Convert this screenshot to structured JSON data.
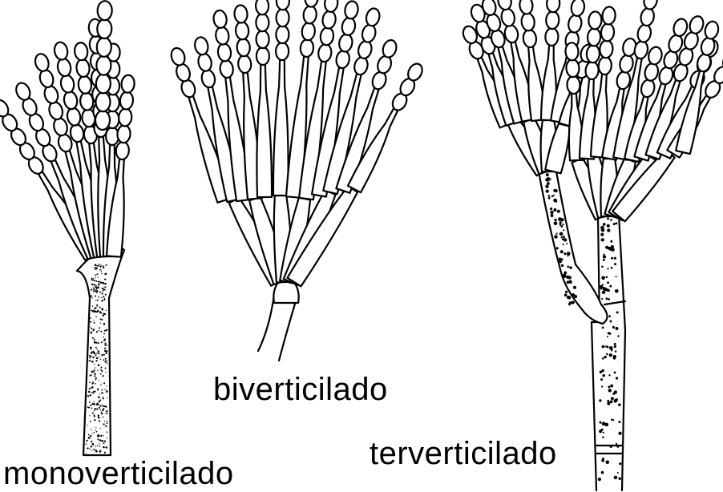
{
  "labels": {
    "mono": "monoverticilado",
    "bi": "biverticilado",
    "ter": "terverticilado"
  },
  "style": {
    "ink": "#000000",
    "background": "#ffffff"
  }
}
